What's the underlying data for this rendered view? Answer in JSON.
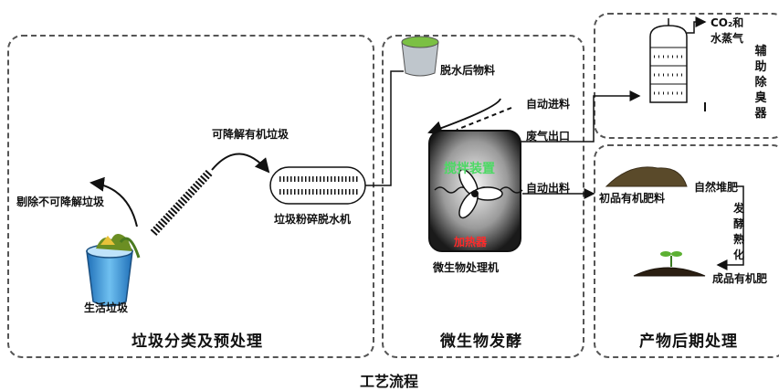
{
  "panels": {
    "pretreatment": {
      "title": "垃圾分类及预处理"
    },
    "fermentation": {
      "title": "微生物发酵"
    },
    "postprocess": {
      "title": "产物后期处理"
    },
    "deodorize": {
      "title": "辅助除臭器"
    }
  },
  "labels": {
    "household_waste": "生活垃圾",
    "remove_nondegradable": "剔除不可降解垃圾",
    "degradable_waste": "可降解有机垃圾",
    "crusher": "垃圾粉碎脱水机",
    "dewatered_material": "脱水后物料",
    "auto_feed": "自动进料",
    "exhaust_outlet": "废气出口",
    "auto_discharge": "自动出料",
    "stirrer": "搅拌装置",
    "heater": "加热器",
    "processor": "微生物处理机",
    "co2_vapor_line1": "CO₂和",
    "co2_vapor_line2": "水蒸气",
    "primary_fertilizer": "初品有机肥料",
    "natural_compost": "自然堆肥",
    "fermentation_maturation": "发酵熟化",
    "finished_fertilizer": "成品有机肥"
  },
  "caption": "工艺流程",
  "colors": {
    "stir_label": "#4cd964",
    "heater_label": "#ff2a2a",
    "bin_blue": "#2f8fd8",
    "dashed_border": "#555555"
  }
}
